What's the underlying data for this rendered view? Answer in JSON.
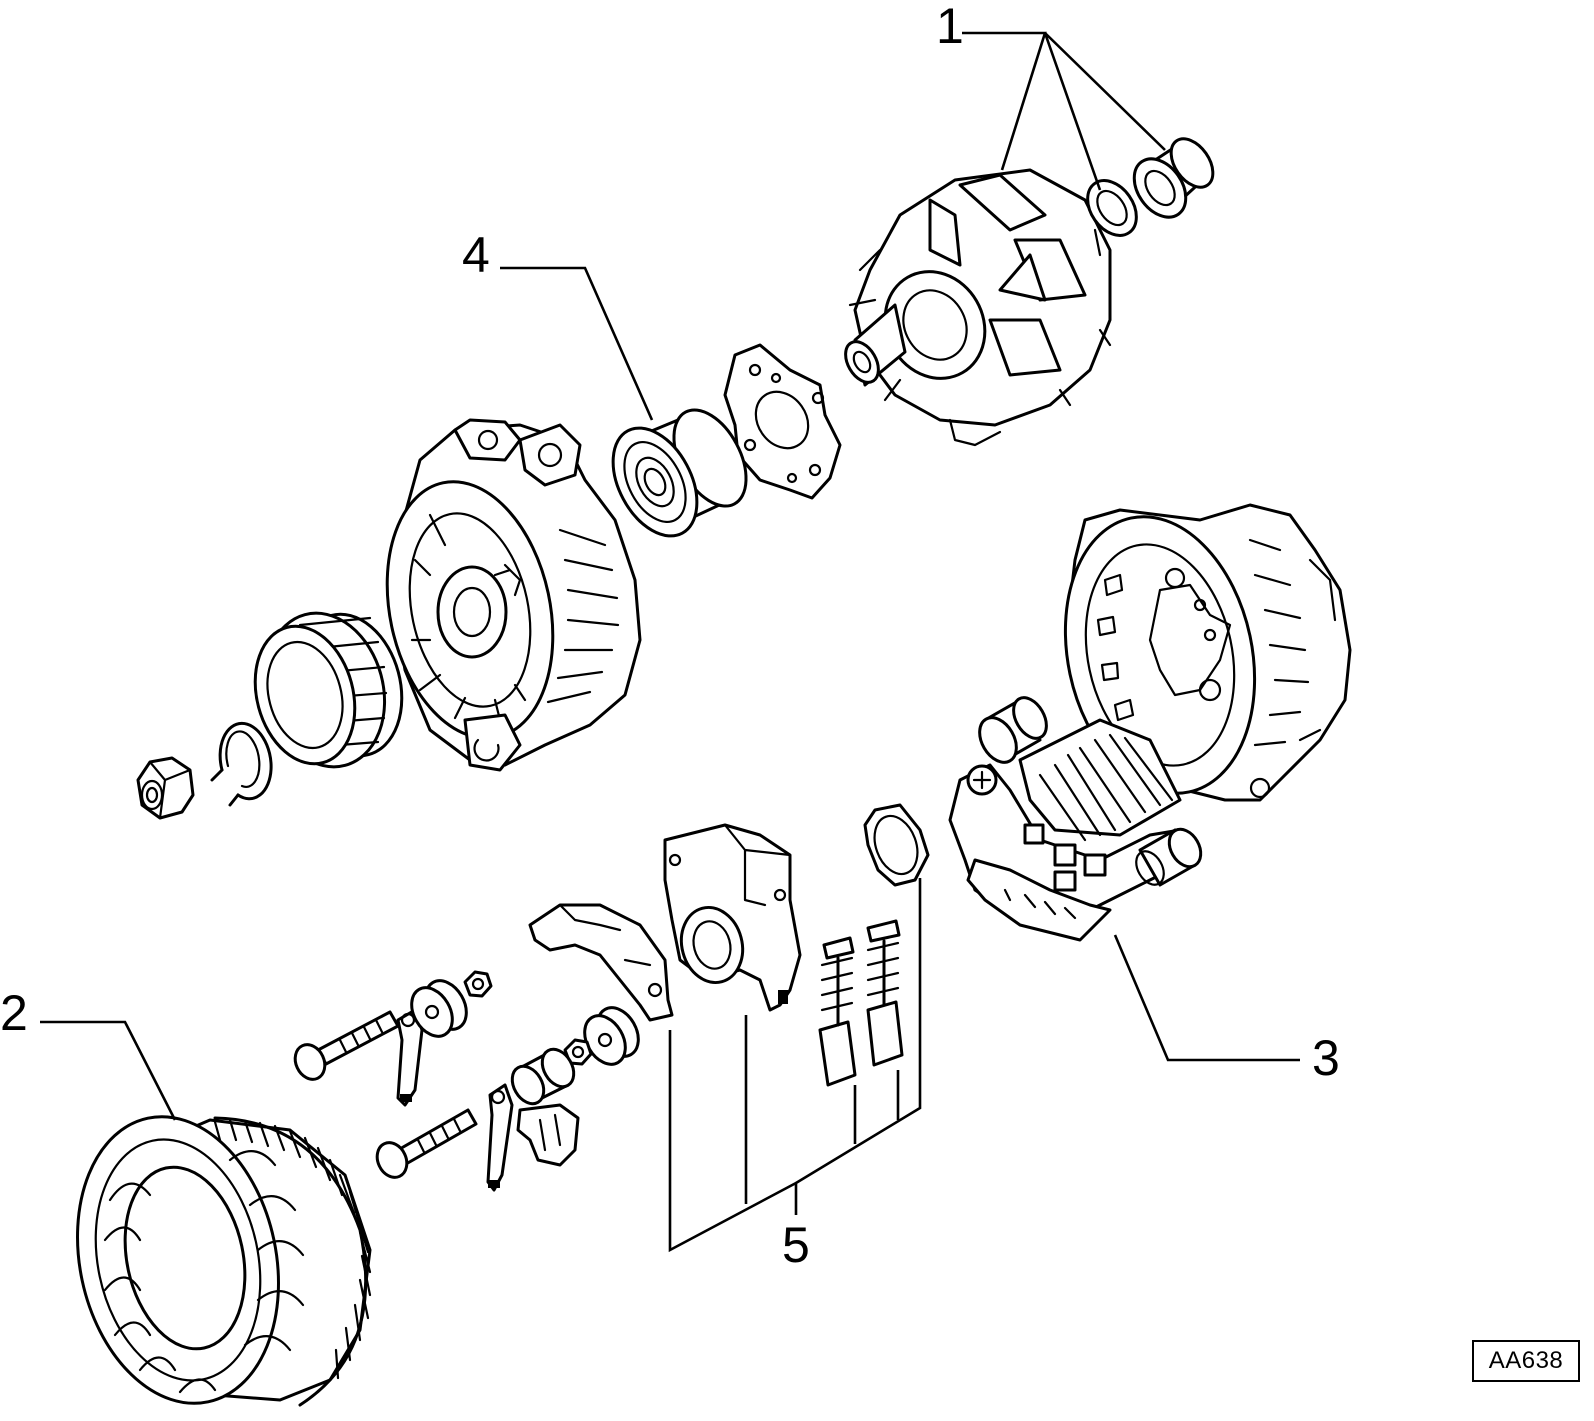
{
  "callouts": {
    "item_1": "1",
    "item_2": "2",
    "item_3": "3",
    "item_4": "4",
    "item_5": "5"
  },
  "reference_code": "AA638",
  "colors": {
    "line": "#000000",
    "background": "#ffffff"
  }
}
